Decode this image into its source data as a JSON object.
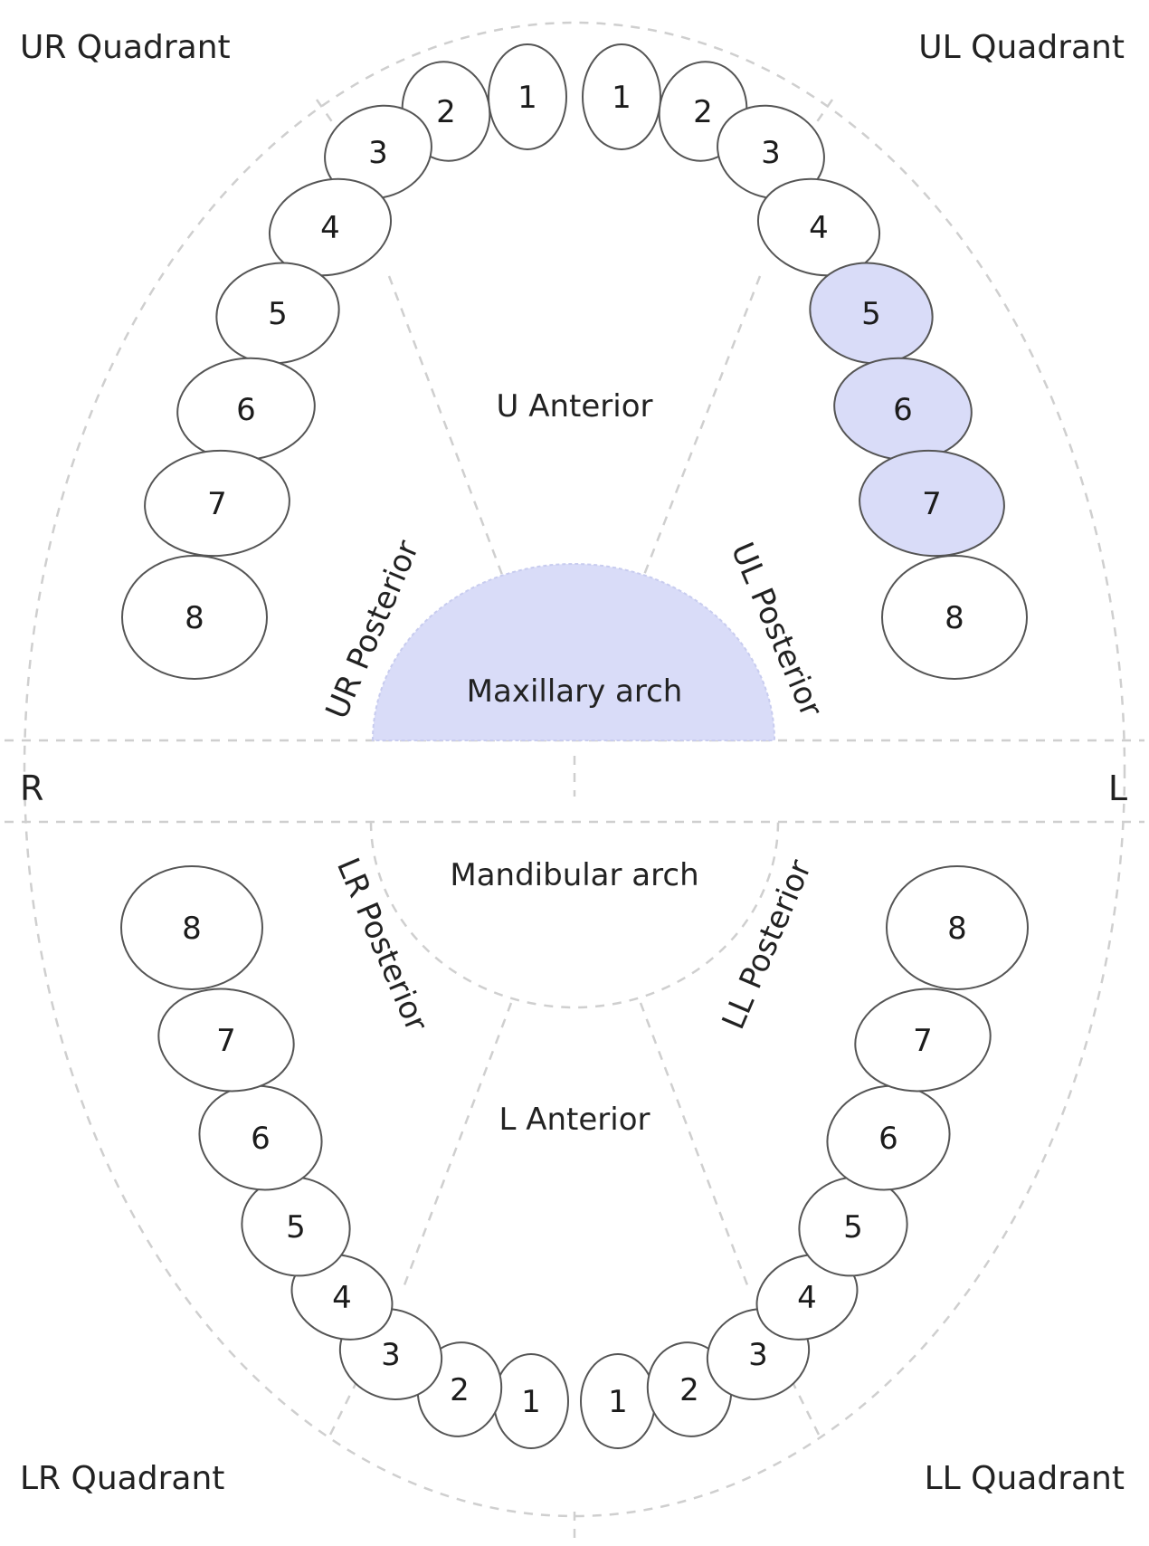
{
  "labels": {
    "ur_quadrant": "UR Quadrant",
    "ul_quadrant": "UL Quadrant",
    "lr_quadrant": "LR Quadrant",
    "ll_quadrant": "LL Quadrant",
    "right": "R",
    "left": "L",
    "upper_anterior": "U Anterior",
    "lower_anterior": "L Anterior",
    "ur_posterior": "UR Posterior",
    "ul_posterior": "UL Posterior",
    "lr_posterior": "LR Posterior",
    "ll_posterior": "LL Posterior",
    "maxillary_arch": "Maxillary arch",
    "mandibular_arch": "Mandibular arch"
  },
  "colors": {
    "highlight": "#d9dcf8",
    "tooth_fill": "#ffffff",
    "outline": "#555555",
    "guide": "#cfcfcf"
  },
  "teeth": {
    "upper_right": [
      {
        "number": "1",
        "highlighted": false
      },
      {
        "number": "2",
        "highlighted": false
      },
      {
        "number": "3",
        "highlighted": false
      },
      {
        "number": "4",
        "highlighted": false
      },
      {
        "number": "5",
        "highlighted": false
      },
      {
        "number": "6",
        "highlighted": false
      },
      {
        "number": "7",
        "highlighted": false
      },
      {
        "number": "8",
        "highlighted": false
      }
    ],
    "upper_left": [
      {
        "number": "1",
        "highlighted": false
      },
      {
        "number": "2",
        "highlighted": false
      },
      {
        "number": "3",
        "highlighted": false
      },
      {
        "number": "4",
        "highlighted": false
      },
      {
        "number": "5",
        "highlighted": true
      },
      {
        "number": "6",
        "highlighted": true
      },
      {
        "number": "7",
        "highlighted": true
      },
      {
        "number": "8",
        "highlighted": false
      }
    ],
    "lower_right": [
      {
        "number": "1",
        "highlighted": false
      },
      {
        "number": "2",
        "highlighted": false
      },
      {
        "number": "3",
        "highlighted": false
      },
      {
        "number": "4",
        "highlighted": false
      },
      {
        "number": "5",
        "highlighted": false
      },
      {
        "number": "6",
        "highlighted": false
      },
      {
        "number": "7",
        "highlighted": false
      },
      {
        "number": "8",
        "highlighted": false
      }
    ],
    "lower_left": [
      {
        "number": "1",
        "highlighted": false
      },
      {
        "number": "2",
        "highlighted": false
      },
      {
        "number": "3",
        "highlighted": false
      },
      {
        "number": "4",
        "highlighted": false
      },
      {
        "number": "5",
        "highlighted": false
      },
      {
        "number": "6",
        "highlighted": false
      },
      {
        "number": "7",
        "highlighted": false
      },
      {
        "number": "8",
        "highlighted": false
      }
    ]
  },
  "maxillary_arch_highlighted": true
}
